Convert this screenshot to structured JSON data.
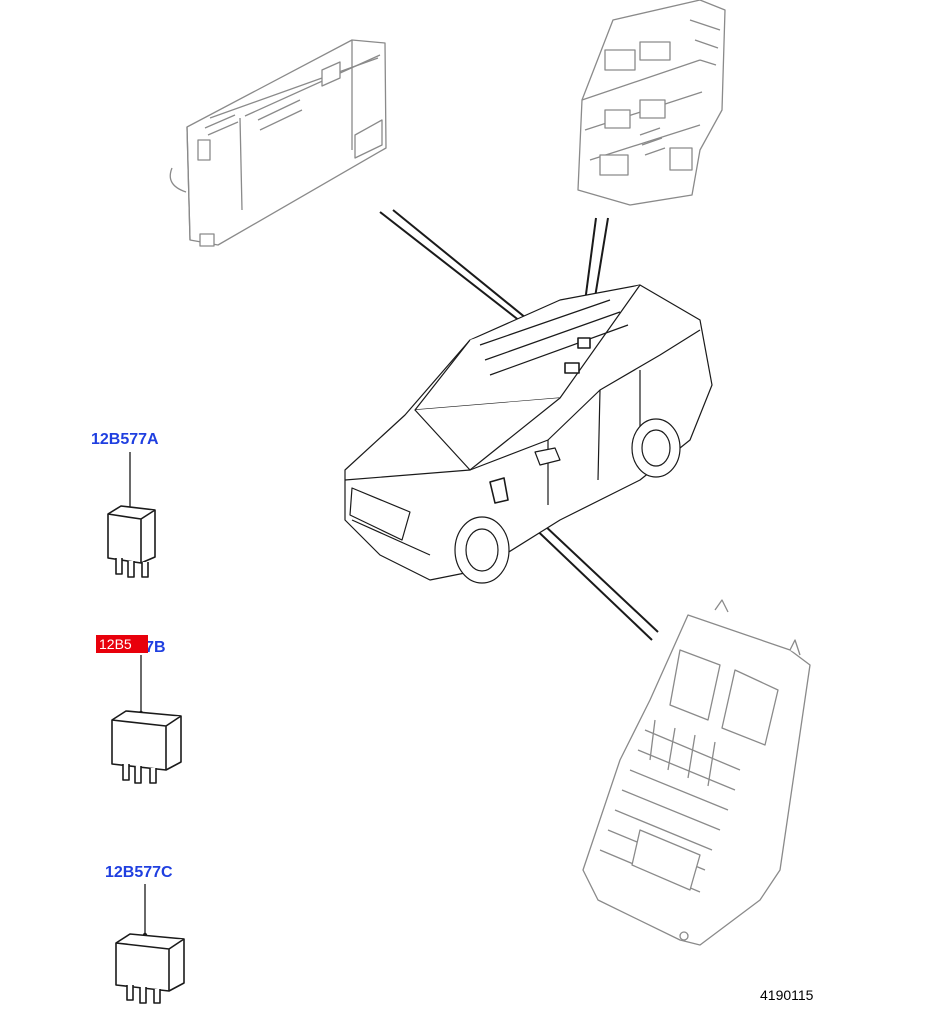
{
  "callouts": {
    "relay_a": {
      "text": "12B577A"
    },
    "relay_b": {
      "text": "12B577B",
      "highlight_text": "12B5"
    },
    "relay_c": {
      "text": "12B577C"
    }
  },
  "figure_number": "4190115",
  "colors": {
    "callout_blue": "#1f3fe0",
    "highlight_red": "#e8000b",
    "line_art": "#1a1a1a",
    "faint_art": "#8a8a8a"
  }
}
